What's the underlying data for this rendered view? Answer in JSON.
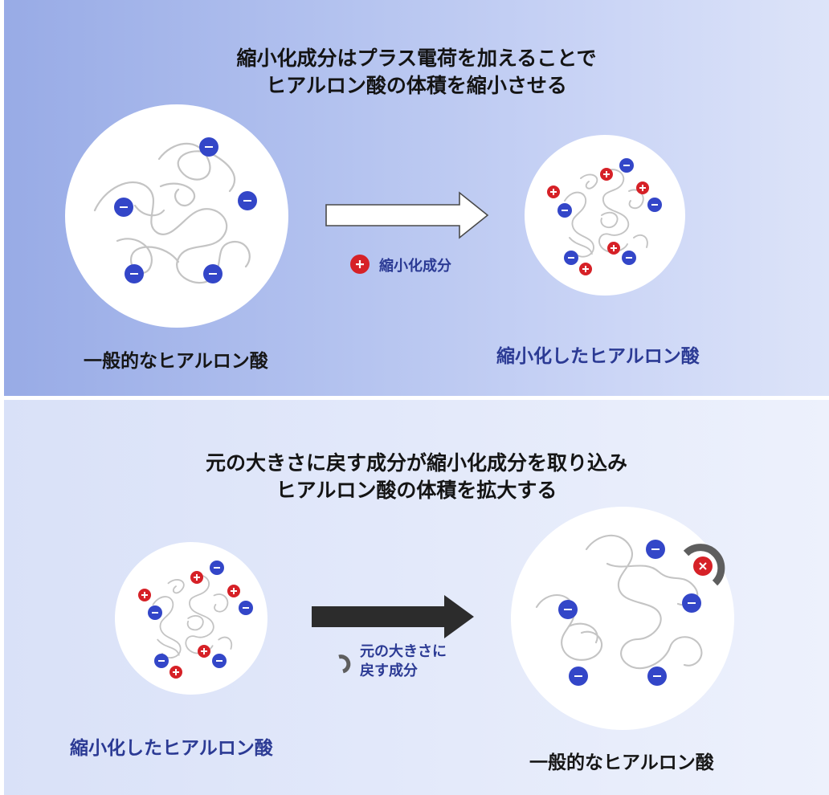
{
  "top_section": {
    "heading_line1": "縮小化成分はプラス電荷を加えることで",
    "heading_line2": "ヒアルロン酸の体積を縮小させる",
    "left_caption": "一般的なヒアルロン酸",
    "right_caption": "縮小化したヒアルロン酸",
    "legend_label": "縮小化成分",
    "arrow_style": "outline"
  },
  "bottom_section": {
    "heading_line1": "元の大きさに戻す成分が縮小化成分を取り込み",
    "heading_line2": "ヒアルロン酸の体積を拡大する",
    "left_caption": "縮小化したヒアルロン酸",
    "right_caption": "一般的なヒアルロン酸",
    "legend_line1": "元の大きさに",
    "legend_line2": "戻す成分",
    "arrow_style": "solid"
  },
  "symbols": {
    "negative_charge": "−",
    "positive_charge": "+",
    "captured_charge": "×"
  },
  "colors": {
    "negative": "#3346c8",
    "positive": "#d62127",
    "chain": "#c4c4c4",
    "restorer": "#5e5e5e",
    "navy_text": "#2b3a94",
    "solid_arrow": "#2c2c2c"
  }
}
